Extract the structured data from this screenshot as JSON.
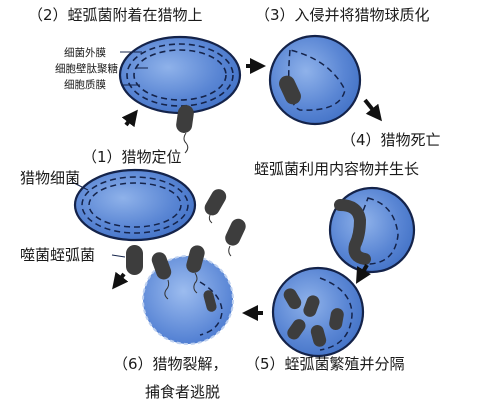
{
  "steps": {
    "s1": "（1）猎物定位",
    "s2": "（2）蛭弧菌附着在猎物上",
    "s3": "（3）入侵并将猎物球质化",
    "s4_line1": "（4）猎物死亡",
    "s4_line2": "蛭弧菌利用内容物并生长",
    "s5": "（5）蛭弧菌繁殖并分隔",
    "s6_line1": "（6）猎物裂解，",
    "s6_line2": "捕食者逃脱"
  },
  "labels": {
    "outer_membrane": "细菌外膜",
    "peptidoglycan": "细胞壁肽聚糖",
    "cytoplasmic_membrane": "细胞质膜",
    "prey_bacterium": "猎物细菌",
    "bdellovibrio": "噬菌蛭弧菌"
  },
  "colors": {
    "prey_fill": "#3f6fc4",
    "prey_light": "#8fb2ea",
    "membrane_line": "#14234a",
    "predator": "#3d3d3d",
    "arrow": "#111111"
  }
}
